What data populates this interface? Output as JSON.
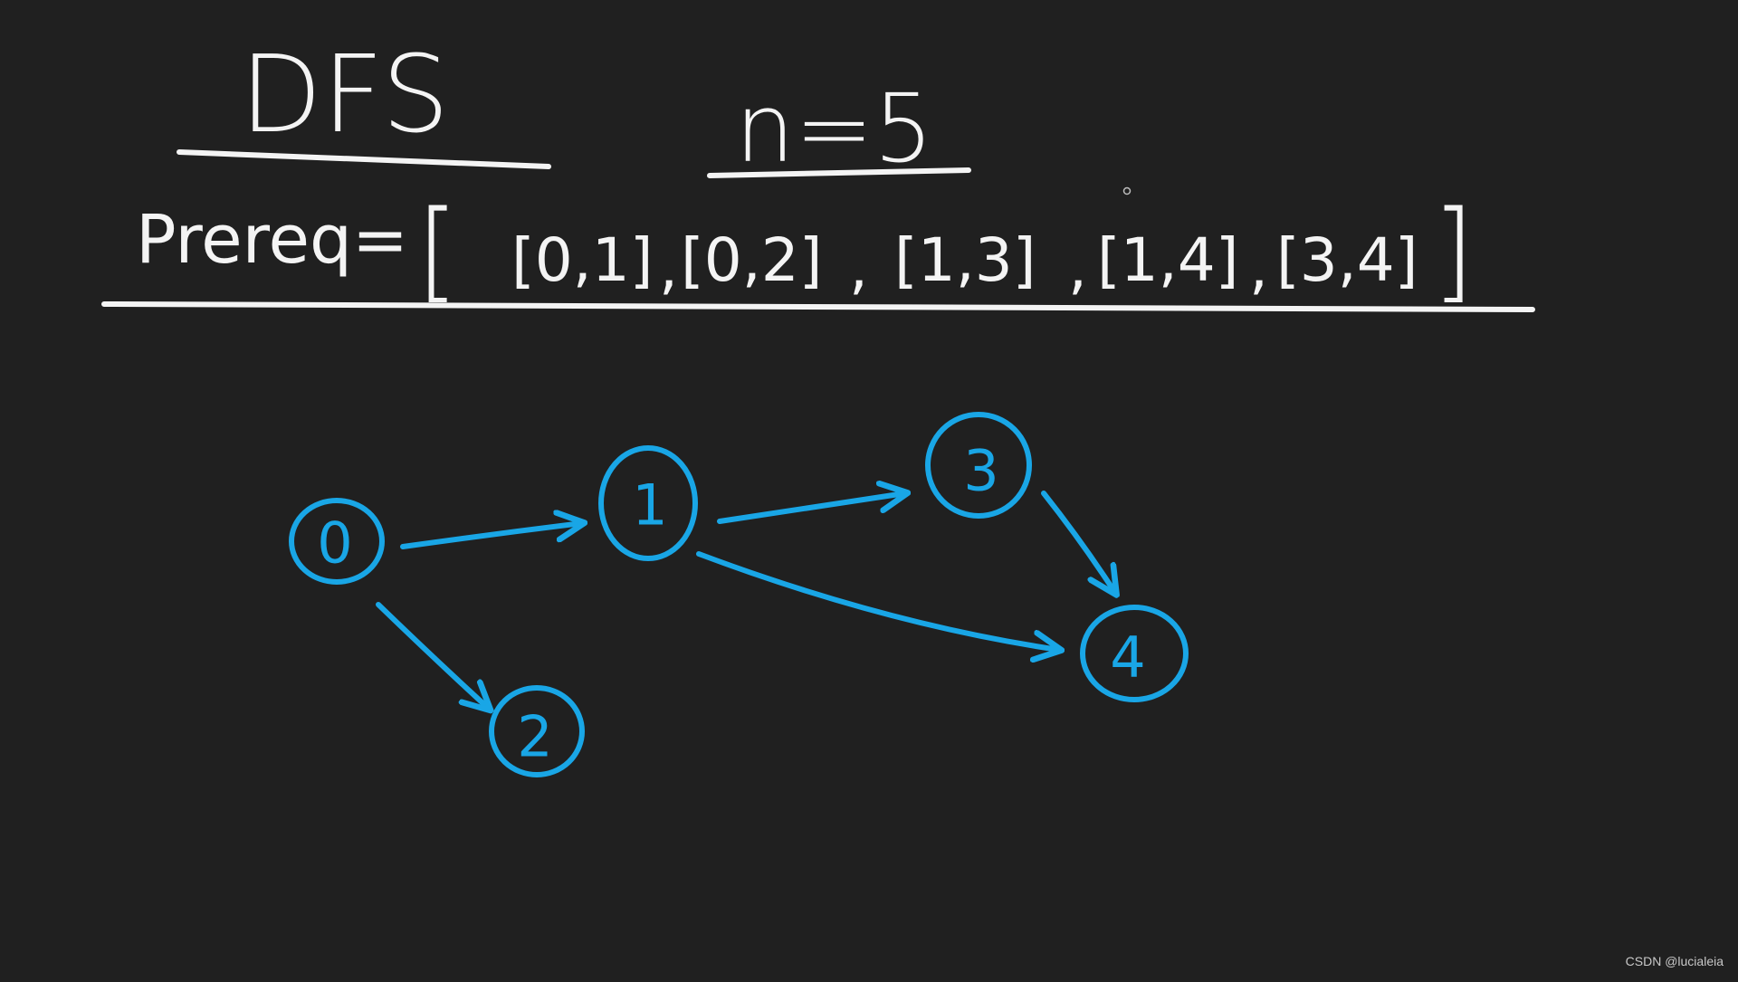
{
  "heading": {
    "title": "DFS",
    "n_label": "n=5"
  },
  "prereq": {
    "label": "Prereq=",
    "open_bracket": "[",
    "pairs": [
      "[0,1]",
      "[0,2]",
      "[1,3]",
      "[1,4]",
      "[3,4]"
    ],
    "separator": ",",
    "close_bracket": "]"
  },
  "graph": {
    "nodes": [
      {
        "id": "0",
        "label": "0"
      },
      {
        "id": "1",
        "label": "1"
      },
      {
        "id": "2",
        "label": "2"
      },
      {
        "id": "3",
        "label": "3"
      },
      {
        "id": "4",
        "label": "4"
      }
    ],
    "edges": [
      {
        "from": "0",
        "to": "1"
      },
      {
        "from": "0",
        "to": "2"
      },
      {
        "from": "1",
        "to": "3"
      },
      {
        "from": "1",
        "to": "4"
      },
      {
        "from": "3",
        "to": "4"
      }
    ]
  },
  "colors": {
    "background": "#202020",
    "ink": "#f4f4f4",
    "graph": "#19a6e6"
  },
  "watermark": "CSDN @lucialeia"
}
